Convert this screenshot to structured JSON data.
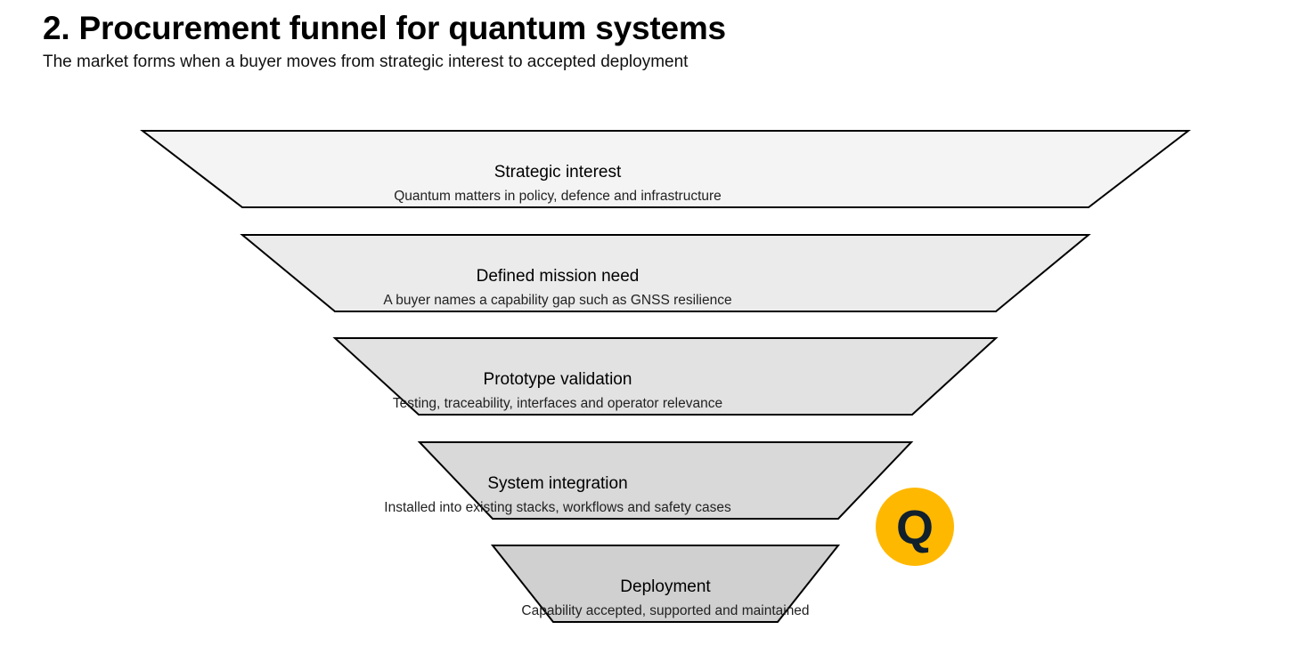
{
  "header": {
    "title": "2. Procurement funnel for quantum systems",
    "subtitle": "The market forms when a buyer moves from strategic interest to accepted deployment"
  },
  "funnel": {
    "stages": [
      {
        "title": "Strategic interest",
        "description": "Quantum matters in policy, defence and infrastructure",
        "fill": "#f4f4f4"
      },
      {
        "title": "Defined mission need",
        "description": "A buyer names a capability gap such as GNSS resilience",
        "fill": "#ebebeb"
      },
      {
        "title": "Prototype validation",
        "description": "Testing, traceability, interfaces and operator relevance",
        "fill": "#e2e2e2"
      },
      {
        "title": "System integration",
        "description": "Installed into existing stacks, workflows and safety cases",
        "fill": "#d9d9d9"
      },
      {
        "title": "Deployment",
        "description": "Capability accepted, supported and maintained",
        "fill": "#d0d0d0"
      }
    ]
  },
  "logo": {
    "letter": "Q",
    "icon": "q-logo-icon",
    "background": "#ffb800",
    "letter_color": "#10202c"
  }
}
